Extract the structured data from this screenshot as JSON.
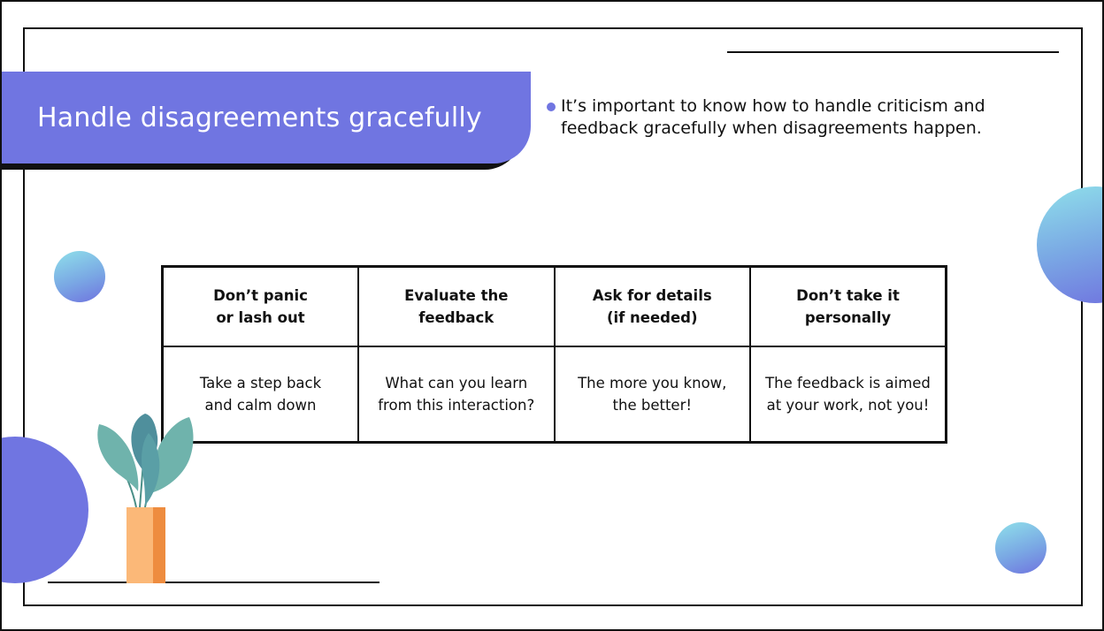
{
  "slide": {
    "title": "Handle disagreements gracefully",
    "bullet": "It’s important to know how to handle criticism and feedback gracefully when disagreements happen.",
    "table": {
      "columns": [
        {
          "heading_line1": "Don’t panic",
          "heading_line2": "or lash out",
          "body_line1": "Take a step back",
          "body_line2": "and calm down"
        },
        {
          "heading_line1": "Evaluate the",
          "heading_line2": "feedback",
          "body_line1": "What can you learn",
          "body_line2": "from this interaction?"
        },
        {
          "heading_line1": "Ask for details",
          "heading_line2": "(if needed)",
          "body_line1": "The more you know,",
          "body_line2": "the better!"
        },
        {
          "heading_line1": "Don’t take it",
          "heading_line2": "personally",
          "body_line1": "The feedback is aimed",
          "body_line2": "at your work, not you!"
        }
      ]
    },
    "decorations": {
      "accent_color": "#7075e1",
      "gradient_light": "#8fe0ea",
      "plant_icon": "potted-plant-icon",
      "vase_color": "#fbb878",
      "leaf_color": "#6fb3ac"
    }
  }
}
